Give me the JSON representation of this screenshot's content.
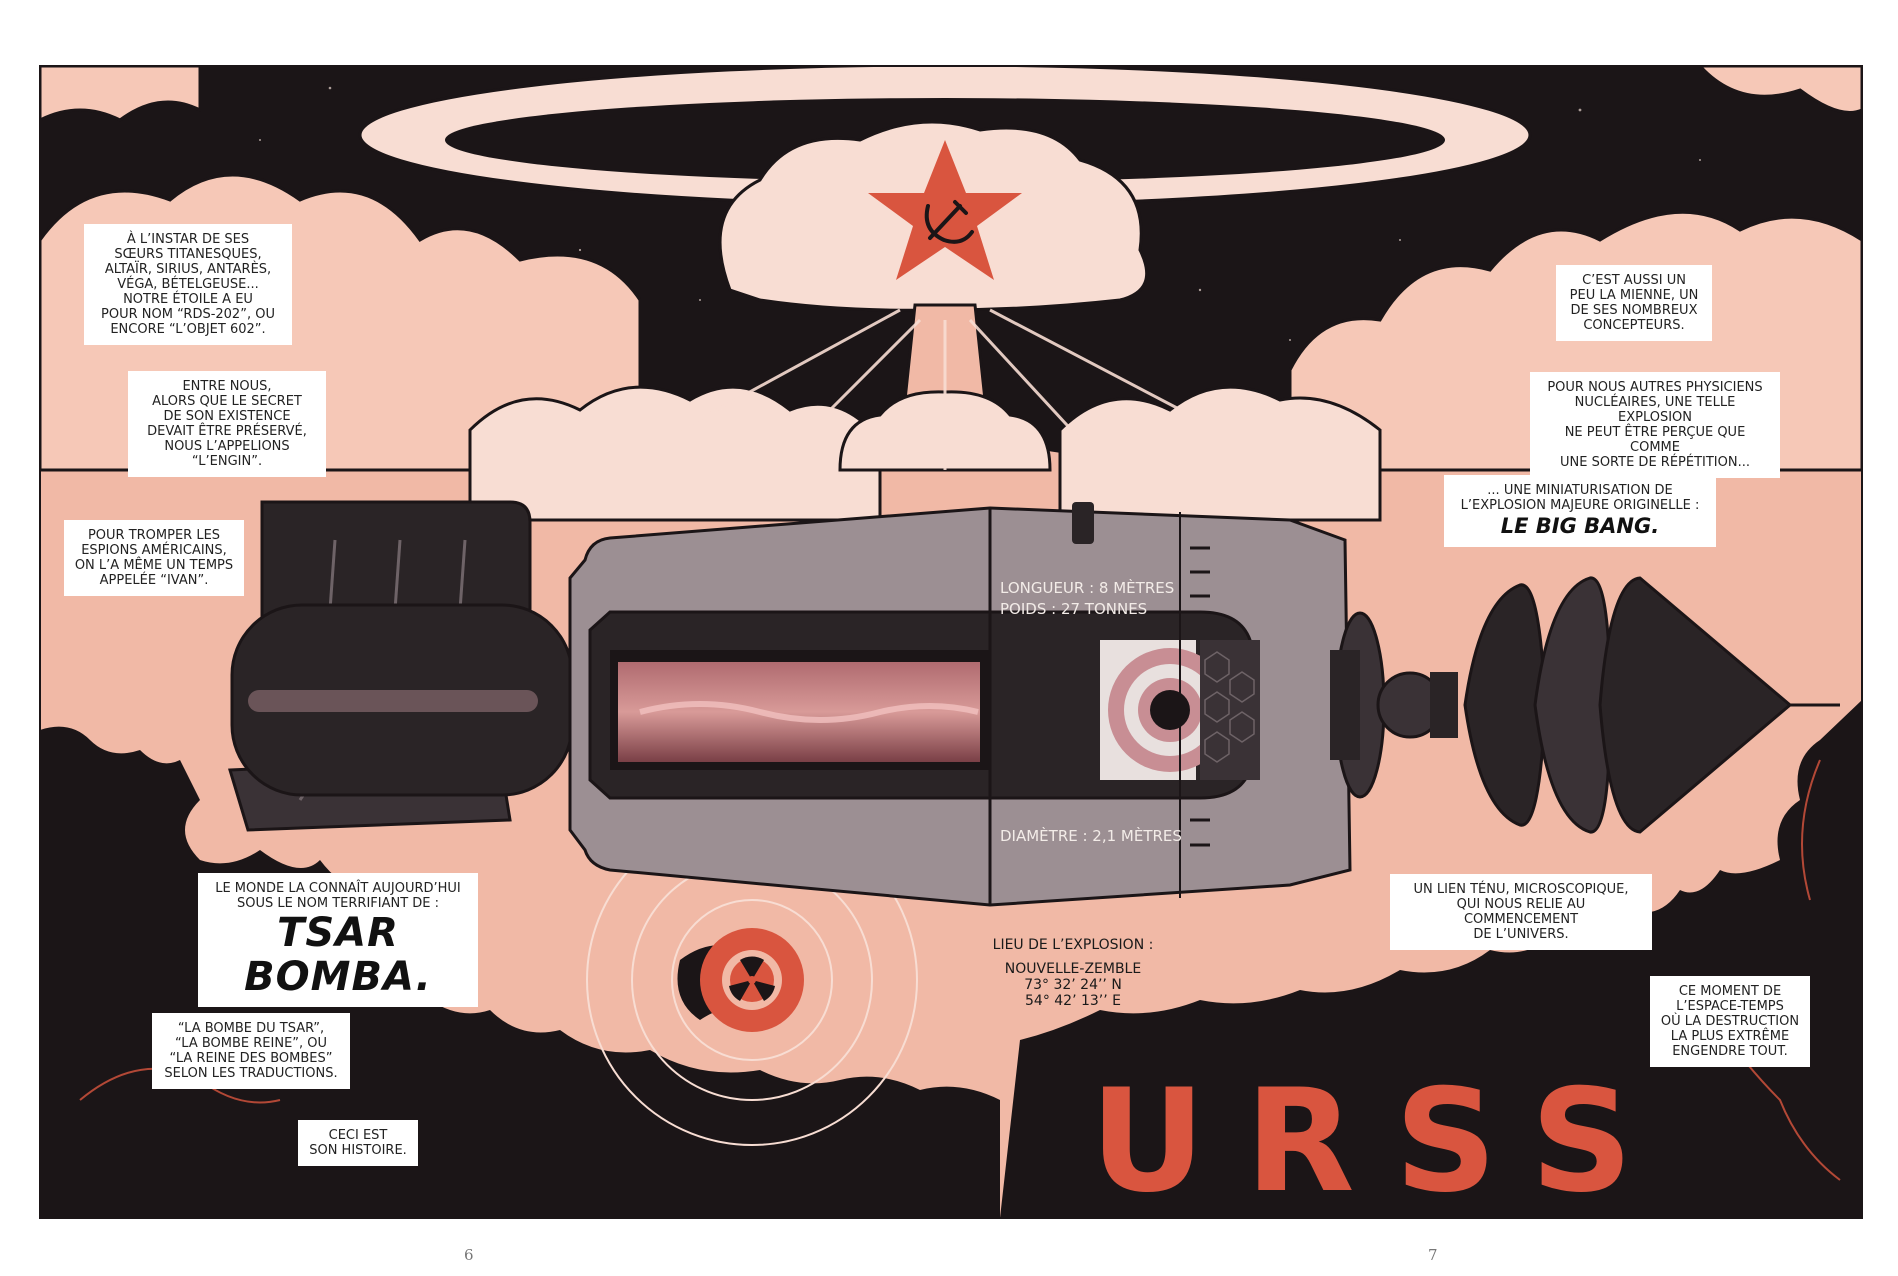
{
  "colors": {
    "night": "#1b1517",
    "peach": "#f1b9a6",
    "cloud": "#f8ddd3",
    "red": "#d9553f",
    "bomb_grey": "#9c8f93",
    "bomb_dark": "#2a2426"
  },
  "captions": {
    "c1": [
      "À L’INSTAR DE SES",
      "SŒURS TITANESQUES,",
      "ALTAÏR, SIRIUS, ANTARÈS,",
      "VÉGA, BÉTELGEUSE...",
      "NOTRE ÉTOILE A EU",
      "POUR NOM “RDS-202”, OU",
      "ENCORE “L’OBJET 602”."
    ],
    "c2": [
      "ENTRE NOUS,",
      "ALORS QUE LE SECRET",
      "DE SON EXISTENCE",
      "DEVAIT ÊTRE PRÉSERVÉ,",
      "NOUS L’APPELIONS",
      "“L’ENGIN”."
    ],
    "c3": [
      "POUR TROMPER LES",
      "ESPIONS AMÉRICAINS,",
      "ON L’A MÊME UN TEMPS",
      "APPELÉE “IVAN”."
    ],
    "c4_lines": [
      "LE MONDE LA CONNAÎT AUJOURD’HUI",
      "SOUS LE NOM TERRIFIANT DE :"
    ],
    "c4_big": "TSAR BOMBA.",
    "c5": [
      "“LA BOMBE DU TSAR”,",
      "“LA BOMBE REINE”, OU",
      "“LA REINE DES BOMBES”",
      "SELON LES TRADUCTIONS."
    ],
    "c6": [
      "CECI EST",
      "SON HISTOIRE."
    ],
    "c7": [
      "C’EST AUSSI UN",
      "PEU LA MIENNE, UN",
      "DE SES NOMBREUX",
      "CONCEPTEURS."
    ],
    "c8": [
      "POUR NOUS AUTRES PHYSICIENS",
      "NUCLÉAIRES, UNE TELLE EXPLOSION",
      "NE PEUT ÊTRE PERÇUE QUE COMME",
      "UNE SORTE DE RÉPÉTITION..."
    ],
    "c9_lines": [
      "... UNE MINIATURISATION DE",
      "L’EXPLOSION MAJEURE ORIGINELLE :"
    ],
    "c9_big": "LE BIG BANG.",
    "c10": [
      "UN LIEN TÉNU, MICROSCOPIQUE,",
      "QUI NOUS RELIE AU COMMENCEMENT",
      "DE L’UNIVERS."
    ],
    "c11": [
      "CE MOMENT DE",
      "L’ESPACE-TEMPS",
      "OÙ LA DESTRUCTION",
      "LA PLUS EXTRÊME",
      "ENGENDRE TOUT."
    ]
  },
  "specs": {
    "length": "LONGUEUR : 8 MÈTRES",
    "weight": "POIDS : 27 TONNES",
    "diameter": "DIAMÈTRE : 2,1 MÈTRES"
  },
  "location": {
    "label": "LIEU DE L’EXPLOSION :",
    "place": "NOUVELLE-ZEMBLE",
    "lat": "73° 32’ 24’’ N",
    "lon": "54° 42’ 13’’ E"
  },
  "title": "URSS",
  "page_numbers": {
    "left": "6",
    "right": "7"
  },
  "icons": [
    "hammer-sickle-icon",
    "radiation-icon"
  ]
}
